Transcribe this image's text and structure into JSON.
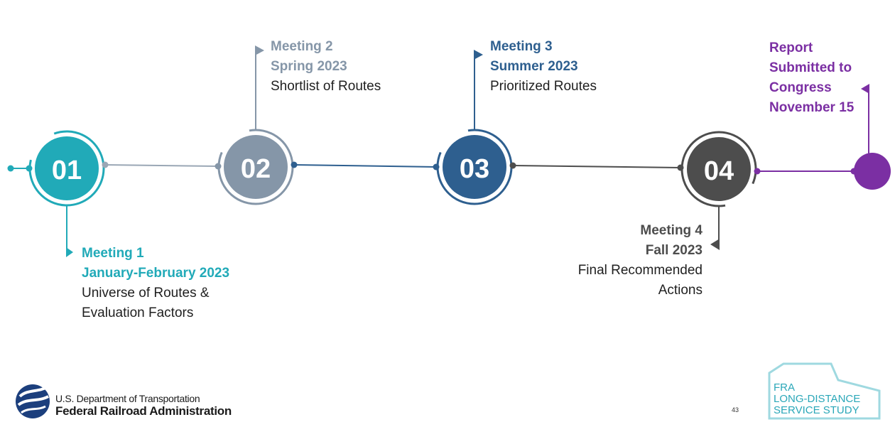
{
  "milestones": [
    {
      "number": "01",
      "title_lines": [
        "Meeting 1",
        "January-February 2023"
      ],
      "desc_lines": [
        "Universe of Routes &",
        "Evaluation Factors"
      ],
      "color": "#21aab8"
    },
    {
      "number": "02",
      "title_lines": [
        "Meeting 2",
        "Spring 2023"
      ],
      "desc_lines": [
        "Shortlist of Routes"
      ],
      "color": "#8596a8"
    },
    {
      "number": "03",
      "title_lines": [
        "Meeting 3",
        "Summer 2023"
      ],
      "desc_lines": [
        "Prioritized Routes"
      ],
      "color": "#2e5f8f"
    },
    {
      "number": "04",
      "title_lines": [
        "Meeting 4",
        "Fall 2023"
      ],
      "desc_lines": [
        "Final Recommended",
        "Actions"
      ],
      "color": "#4d4d4d"
    }
  ],
  "final": {
    "title_lines": [
      "Report",
      "Submitted to",
      "Congress",
      "November 15"
    ],
    "color": "#7b2fa3"
  },
  "footer": {
    "org_line1": "U.S. Department of Transportation",
    "org_line2": "Federal Railroad Administration",
    "page_number": "43",
    "study_lines": [
      "FRA",
      "LONG-DISTANCE",
      "SERVICE STUDY"
    ]
  }
}
